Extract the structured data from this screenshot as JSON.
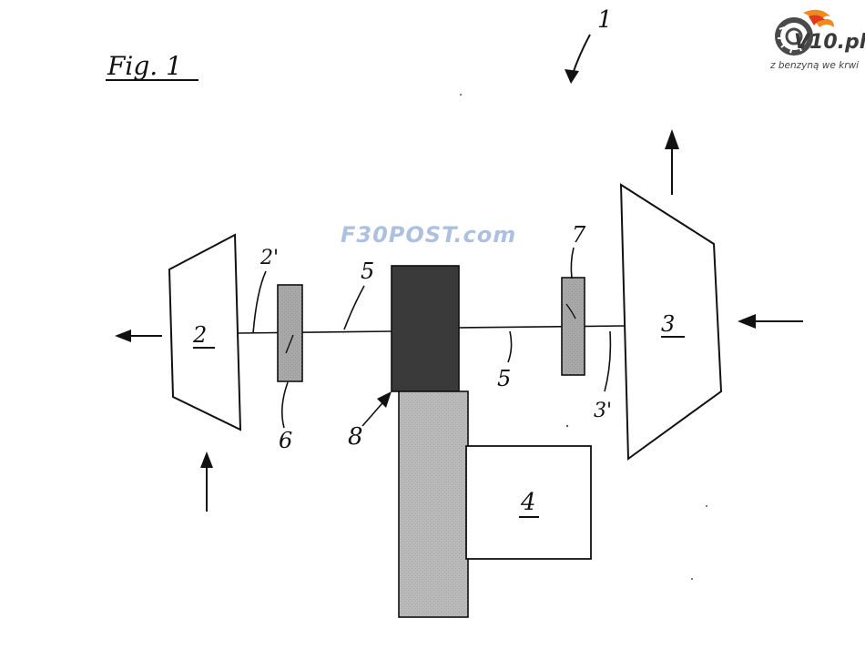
{
  "figure": {
    "title": "Fig. 1",
    "ref_assembly": "1"
  },
  "labels": {
    "compressor": "2",
    "compressor_shaft": "2'",
    "turbine": "3",
    "turbine_shaft": "3'",
    "generator": "4",
    "shaft_upper": "5",
    "shaft_lower": "5",
    "coupling_left": "6",
    "coupling_right": "7",
    "machine": "8"
  },
  "watermark": {
    "text": "F30POST.com"
  },
  "logo": {
    "name": "V10.pl",
    "tagline": "z benzyną we krwi"
  },
  "icons": {
    "logo": "tire-flame-icon"
  },
  "colors": {
    "ink": "#111111",
    "dark_block": "#3a3a3a",
    "light_block": "#b9b9b9",
    "coupling": "#a8a8a8",
    "watermark": "#9fb6da",
    "flame": "#f08a1c"
  }
}
